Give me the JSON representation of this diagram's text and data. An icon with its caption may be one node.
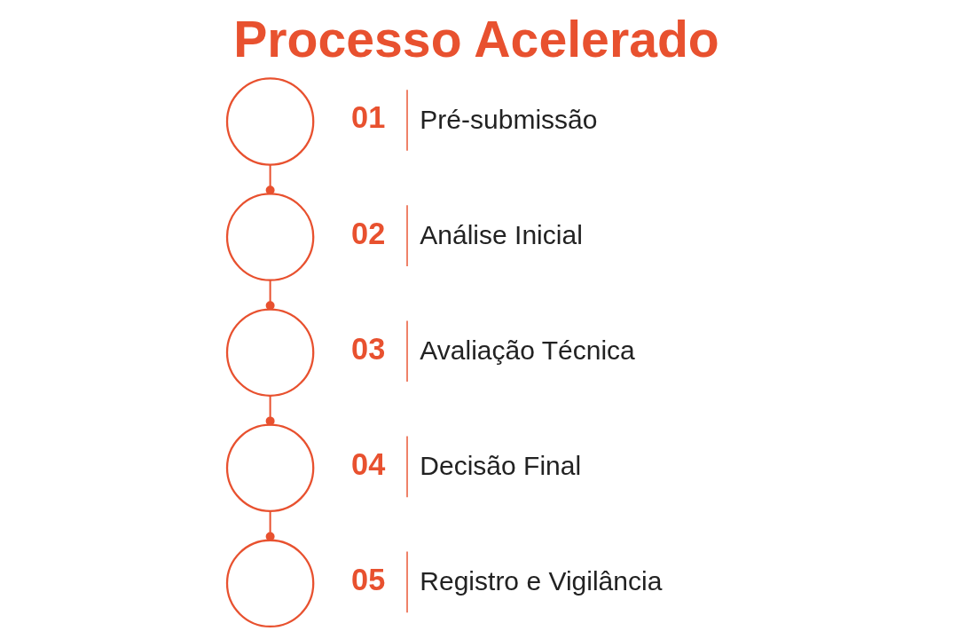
{
  "diagram": {
    "title": "Processo Acelerado",
    "nodes": [
      {
        "text": [],
        "shape": "circle",
        "beside": [
          "01",
          "Pré-submissão"
        ]
      },
      {
        "text": [],
        "shape": "circle",
        "beside": [
          "02",
          "Análise Inicial"
        ]
      },
      {
        "text": [],
        "shape": "circle",
        "beside": [
          "03",
          "Avaliação Técnica"
        ]
      },
      {
        "text": [],
        "shape": "circle",
        "beside": [
          "04",
          "Decisão Final"
        ]
      },
      {
        "text": [],
        "shape": "circle",
        "beside": [
          "05",
          "Registro e Vigilância"
        ]
      }
    ],
    "edges": [
      {
        "from": 0,
        "to": 1,
        "arrow": "other"
      },
      {
        "from": 1,
        "to": 2,
        "arrow": "other"
      },
      {
        "from": 2,
        "to": 3,
        "arrow": "other"
      },
      {
        "from": 3,
        "to": 4,
        "arrow": "other"
      }
    ]
  }
}
